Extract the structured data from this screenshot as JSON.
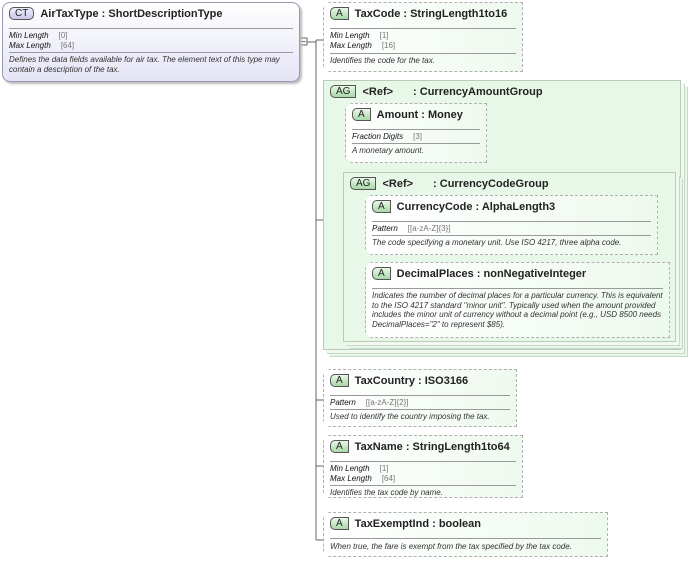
{
  "root": {
    "badge": "CT",
    "title": "AirTaxType : ShortDescriptionType",
    "props": [
      {
        "k": "Min Length",
        "v": "[0]"
      },
      {
        "k": "Max Length",
        "v": "[64]"
      }
    ],
    "desc": "Defines the data fields available for air tax. The element text of this type may contain a description of the tax."
  },
  "taxcode": {
    "badge": "A",
    "title": "TaxCode : StringLength1to16",
    "props": [
      {
        "k": "Min Length",
        "v": "[1]"
      },
      {
        "k": "Max Length",
        "v": "[16]"
      }
    ],
    "desc": "Identifies the code for the tax."
  },
  "cag": {
    "badge": "AG",
    "ref": "<Ref>",
    "title": ": CurrencyAmountGroup"
  },
  "amount": {
    "badge": "A",
    "title": "Amount  : Money",
    "props": [
      {
        "k": "Fraction Digits",
        "v": "[3]"
      }
    ],
    "desc": "A monetary amount."
  },
  "ccg": {
    "badge": "AG",
    "ref": "<Ref>",
    "title": ": CurrencyCodeGroup"
  },
  "currencycode": {
    "badge": "A",
    "title": "CurrencyCode : AlphaLength3",
    "props": [
      {
        "k": "Pattern",
        "v": "[[a-zA-Z]{3}]"
      }
    ],
    "desc": "The code specifying a monetary unit. Use ISO 4217, three alpha code."
  },
  "decimalplaces": {
    "badge": "A",
    "title": "DecimalPlaces : nonNegativeInteger",
    "desc": "Indicates the number of decimal places for a particular currency. This is equivalent to the ISO 4217 standard \"minor unit\". Typically used when the amount provided includes the minor unit of currency without a decimal point (e.g., USD 8500 needs DecimalPlaces=\"2\" to represent $85)."
  },
  "taxcountry": {
    "badge": "A",
    "title": "TaxCountry : ISO3166",
    "props": [
      {
        "k": "Pattern",
        "v": "[[a-zA-Z]{2}]"
      }
    ],
    "desc": "Used to identify the country imposing the tax."
  },
  "taxname": {
    "badge": "A",
    "title": "TaxName : StringLength1to64",
    "props": [
      {
        "k": "Min Length",
        "v": "[1]"
      },
      {
        "k": "Max Length",
        "v": "[64]"
      }
    ],
    "desc": "Identifies the tax code by name."
  },
  "taxexempt": {
    "badge": "A",
    "title": "TaxExemptInd : boolean",
    "desc": "When true, the fare is exempt from the tax specified by the tax code."
  }
}
